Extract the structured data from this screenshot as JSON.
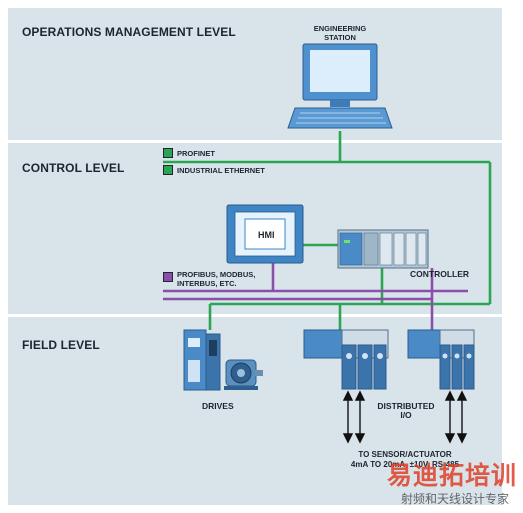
{
  "levels": {
    "operations": "OPERATIONS MANAGEMENT LEVEL",
    "control": "CONTROL LEVEL",
    "field": "FIELD LEVEL"
  },
  "devices": {
    "engineering_station": [
      "ENGINEERING",
      "STATION"
    ],
    "hmi": "HMI",
    "controller": "CONTROLLER",
    "drives": "DRIVES",
    "distributed_io": [
      "DISTRIBUTED",
      "I/O"
    ]
  },
  "legend": {
    "profinet": "PROFINET",
    "industrial_ethernet": "INDUSTRIAL ETHERNET",
    "fieldbus": [
      "PROFIBUS, MODBUS,",
      "INTERBUS, ETC."
    ]
  },
  "sensor_note": [
    "TO SENSOR/ACTUATOR",
    "4mA TO 20mA, ±10V, RS-485"
  ],
  "watermark": {
    "logo_text": "易迪拓培训",
    "subtitle": "射频和天线设计专家"
  },
  "colors": {
    "band": "#d9e3ea",
    "ethernet_green": "#2aa652",
    "fieldbus_purple": "#8a4fa8",
    "device_blue": "#3f84c4"
  }
}
